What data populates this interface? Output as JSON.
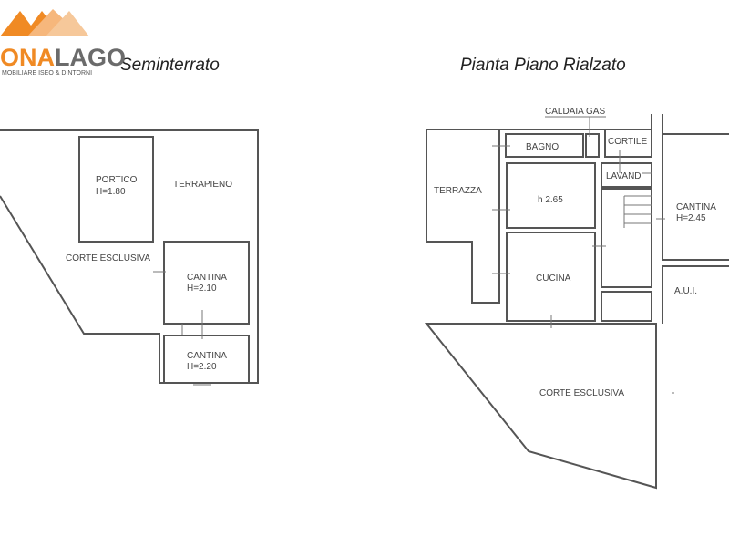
{
  "logo": {
    "brand_part1": "ONA",
    "brand_part2": "LAGO",
    "tagline": "MOBILIARE ISEO & DINTORNI",
    "colors": {
      "orange": "#f08a24",
      "light": "#f6c89a",
      "gray": "#6b6b6b"
    }
  },
  "left_plan": {
    "title": "Seminterrato",
    "rooms": {
      "portico": "PORTICO",
      "portico_h": "H=1.80",
      "terrapieno": "TERRAPIENO",
      "corte": "CORTE ESCLUSIVA",
      "cantina1": "CANTINA",
      "cantina1_h": "H=2.10",
      "cantina2": "CANTINA",
      "cantina2_h": "H=2.20"
    }
  },
  "right_plan": {
    "title": "Pianta Piano Rialzato",
    "rooms": {
      "caldaia": "CALDAIA GAS",
      "bagno": "BAGNO",
      "cortile": "CORTILE",
      "lavand": "LAVAND",
      "terrazza": "TERRAZZA",
      "room_h": "h 2.65",
      "cantina": "CANTINA",
      "cantina_h": "H=2.45",
      "cucina": "CUCINA",
      "aui": "A.U.I.",
      "corte": "CORTE ESCLUSIVA"
    }
  }
}
